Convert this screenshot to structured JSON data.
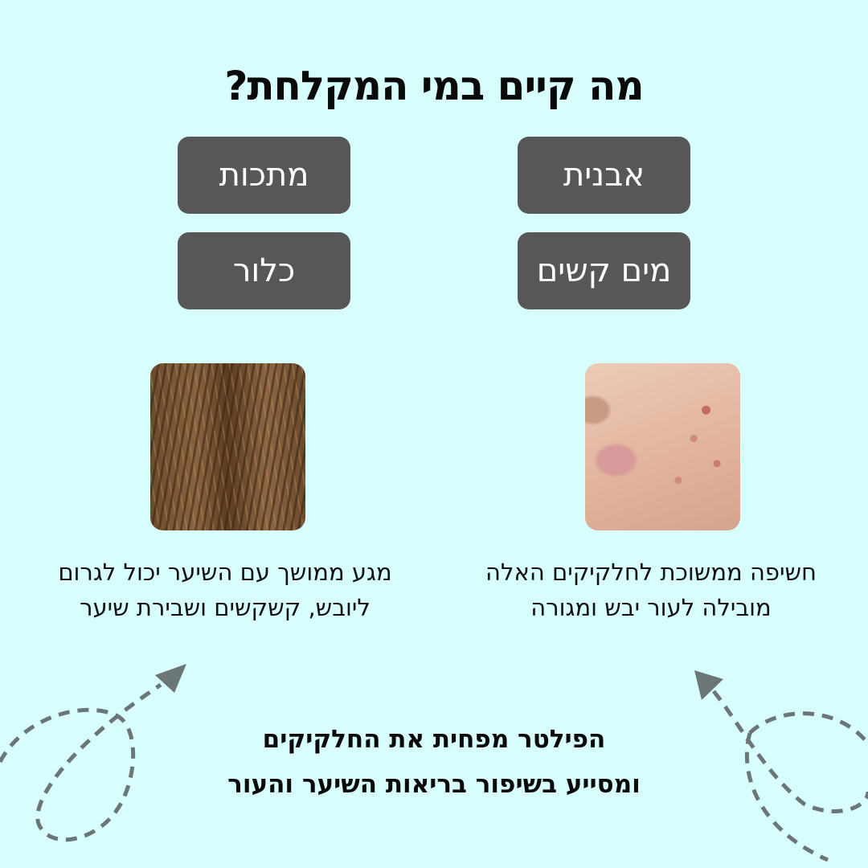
{
  "title": "מה קיים במי המקלחת?",
  "substances": [
    {
      "label": "אבנית"
    },
    {
      "label": "מתכות"
    },
    {
      "label": "מים קשים"
    },
    {
      "label": "כלור"
    }
  ],
  "effects": {
    "skin": {
      "image": "acne-skin-photo",
      "text_line1": "חשיפה ממשוכת לחלקיקים האלה",
      "text_line2": "מובילה לעור יבש ומגורה"
    },
    "hair": {
      "image": "dry-hair-photo",
      "text_line1": "מגע ממושך עם השיער יכול לגרום",
      "text_line2": "ליובש, קשקשים ושבירת שיער"
    }
  },
  "conclusion": {
    "line1": "הפילטר מפחית את החלקיקים",
    "line2": "ומסייע בשיפור בריאות השיער והעור"
  },
  "colors": {
    "background": "#d7fdfd",
    "chip": "#575757",
    "arrow": "#6b7677"
  }
}
